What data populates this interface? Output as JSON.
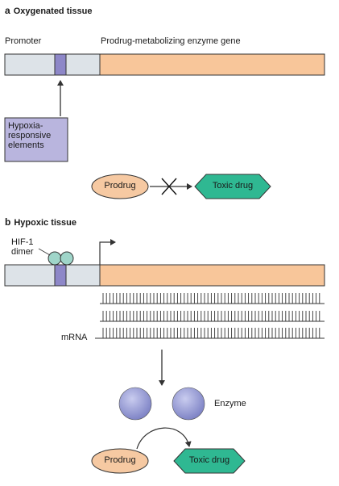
{
  "panel_a": {
    "letter": "a",
    "title": "Oxygenated tissue",
    "promoter_label": "Promoter",
    "gene_label": "Prodrug-metabolizing enzyme gene",
    "hre_box": [
      "Hypoxia-",
      "responsive",
      "elements"
    ],
    "prodrug_label": "Prodrug",
    "toxic_drug_label": "Toxic drug"
  },
  "panel_b": {
    "letter": "b",
    "title": "Hypoxic tissue",
    "hif_label": [
      "HIF-1",
      "dimer"
    ],
    "mrna_label": "mRNA",
    "enzyme_label": "Enzyme",
    "prodrug_label": "Prodrug",
    "toxic_drug_label": "Toxic drug"
  },
  "colors": {
    "promoter_grey": "#dde3e8",
    "gene_orange": "#f8c69a",
    "hre_purple": "#8d87c8",
    "hre_box_fill": "#b9b5de",
    "prodrug_fill": "#f6c9a2",
    "toxic_drug_fill": "#2fb892",
    "hif_circle_fill": "#9fd5c9",
    "enzyme_circle": "#8e92d0"
  }
}
